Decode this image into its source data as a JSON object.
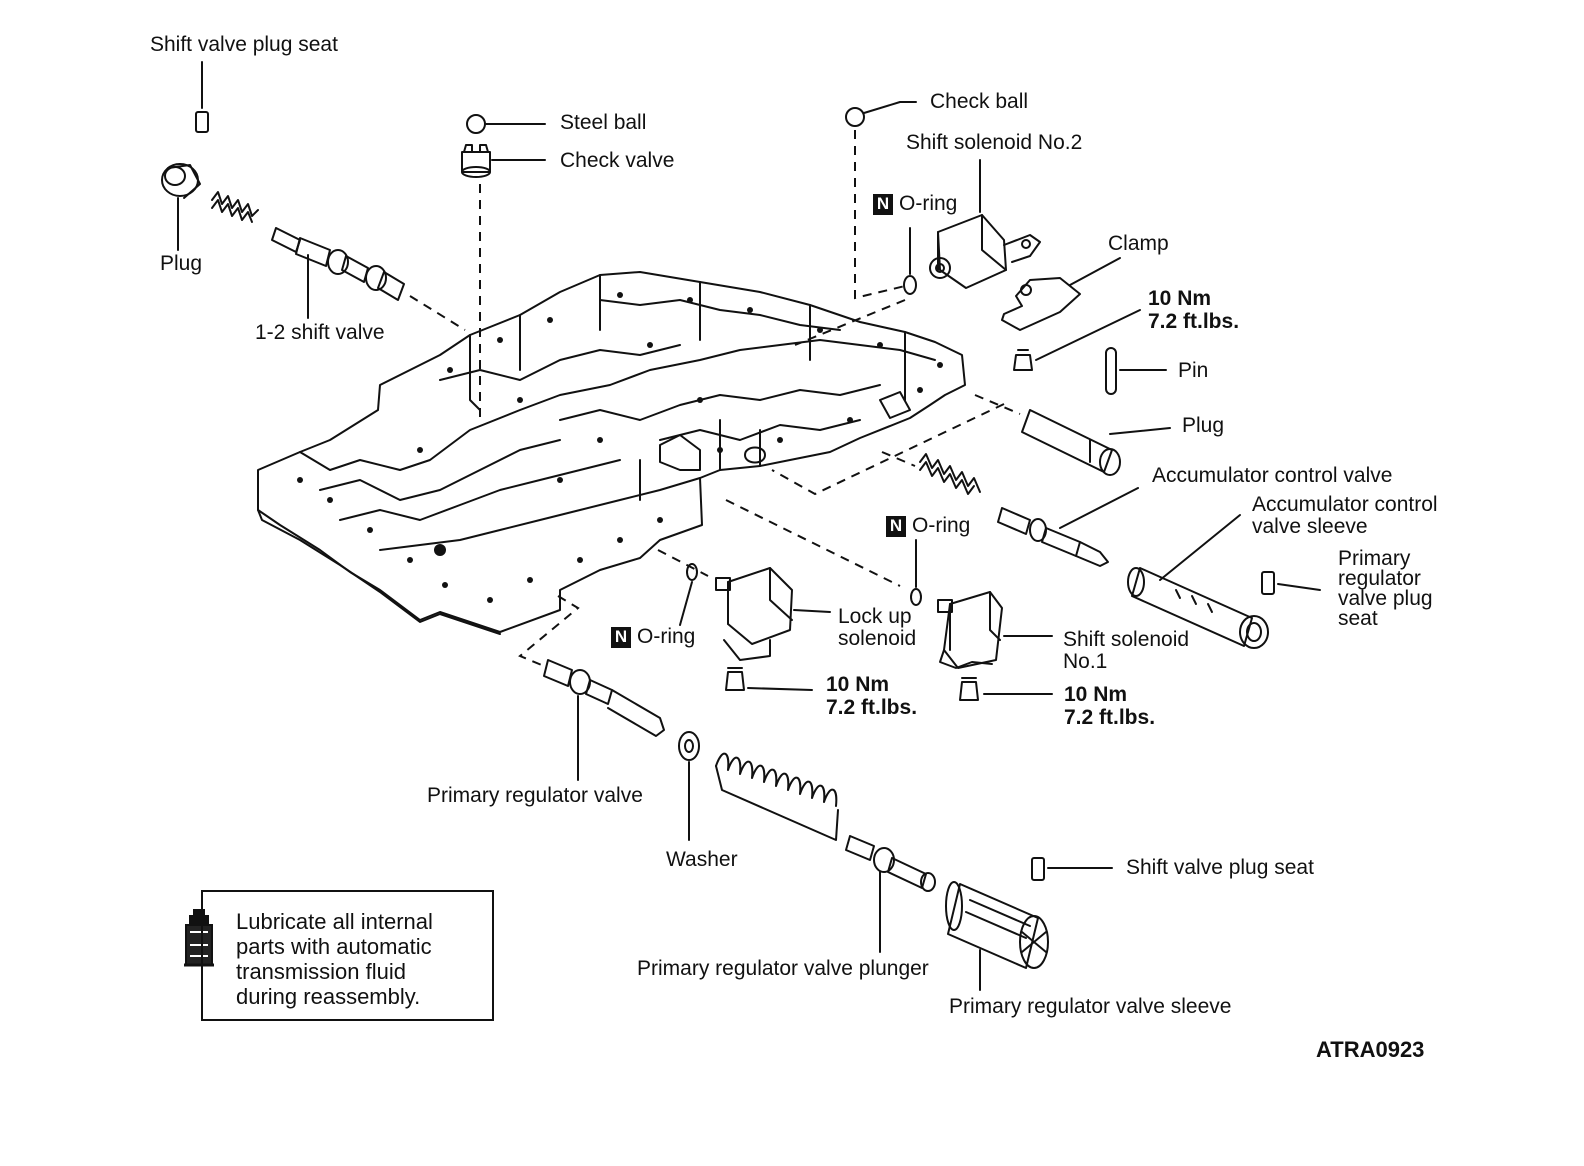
{
  "labels": {
    "shift_valve_plug_seat_top": "Shift valve plug seat",
    "steel_ball": "Steel ball",
    "check_valve": "Check valve",
    "plug_left": "Plug",
    "shift_valve_1_2": "1-2 shift valve",
    "check_ball": "Check ball",
    "shift_solenoid_no2": "Shift solenoid No.2",
    "o_ring_top": "O-ring",
    "clamp": "Clamp",
    "torque_clamp_nm": "10 Nm",
    "torque_clamp_ftlbs": "7.2 ft.lbs.",
    "pin": "Pin",
    "plug_right": "Plug",
    "accumulator_control_valve": "Accumulator control valve",
    "accumulator_control_valve_sleeve": "Accumulator  control\nvalve sleeve",
    "o_ring_middle": "O-ring",
    "primary_regulator_valve_plug_seat": "Primary\nregulator\nvalve plug\nseat",
    "lock_up_solenoid": "Lock   up\nsolenoid",
    "o_ring_left": "O-ring",
    "shift_solenoid_no1": "Shift solenoid\nNo.1",
    "torque_lockup_nm": "10 Nm",
    "torque_lockup_ftlbs": "7.2 ft.lbs.",
    "torque_no1_nm": "10 Nm",
    "torque_no1_ftlbs": "7.2  ft.lbs.",
    "primary_regulator_valve": "Primary regulator valve",
    "washer": "Washer",
    "shift_valve_plug_seat_bottom": "Shift valve plug seat",
    "primary_regulator_valve_plunger": "Primary regulator valve plunger",
    "primary_regulator_valve_sleeve": "Primary regulator valve sleeve"
  },
  "badges": {
    "new_part": "N"
  },
  "note": {
    "icon": "oil-can-icon",
    "text": "Lubricate all internal\nparts with automatic\ntransmission fluid\nduring reassembly."
  },
  "reference_code": "ATRA0923",
  "colors": {
    "ink": "#111111",
    "paper": "#ffffff"
  }
}
